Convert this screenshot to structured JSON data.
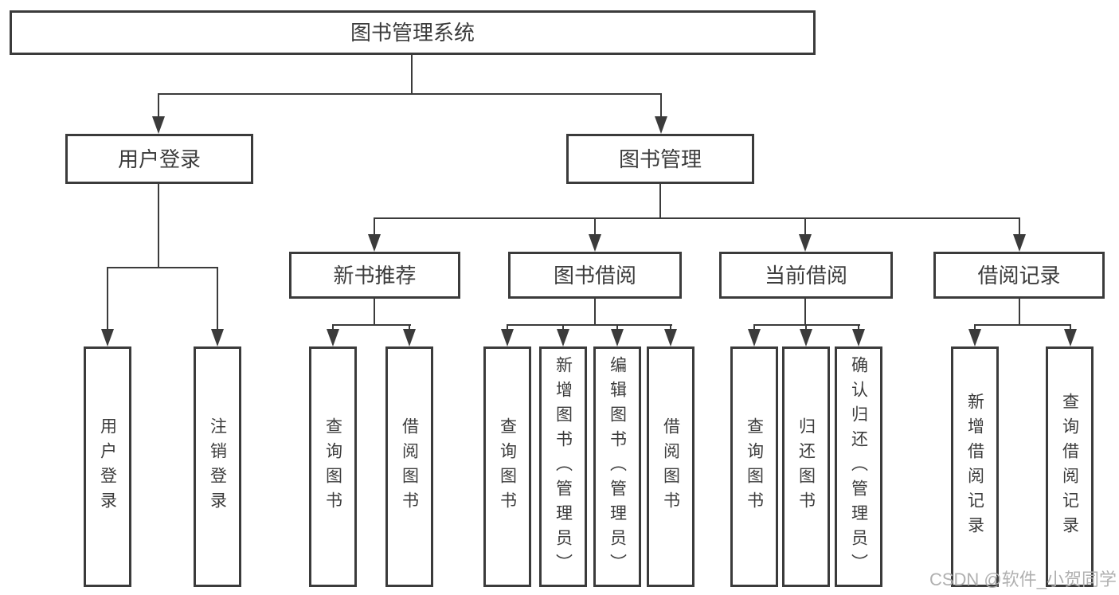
{
  "diagram": {
    "root": "图书管理系统",
    "branches": [
      {
        "label": "用户登录",
        "children": [
          "用户登录",
          "注销登录"
        ]
      },
      {
        "label": "图书管理",
        "children": [
          {
            "label": "新书推荐",
            "children": [
              "查询图书",
              "借阅图书"
            ]
          },
          {
            "label": "图书借阅",
            "children": [
              "查询图书",
              "新增图书（管理员）",
              "编辑图书（管理员）",
              "借阅图书"
            ]
          },
          {
            "label": "当前借阅",
            "children": [
              "查询图书",
              "归还图书",
              "确认归还（管理员）"
            ]
          },
          {
            "label": "借阅记录",
            "children": [
              "新增借阅记录",
              "查询借阅记录"
            ]
          }
        ]
      }
    ]
  },
  "watermark": {
    "text": "CSDN @软件_小贺同学",
    "color": "#b0b0b0"
  },
  "colors": {
    "line": "#3b3b3b",
    "text": "#3c3c3c",
    "box_fill": "#ffffff",
    "background": "#ffffff"
  }
}
